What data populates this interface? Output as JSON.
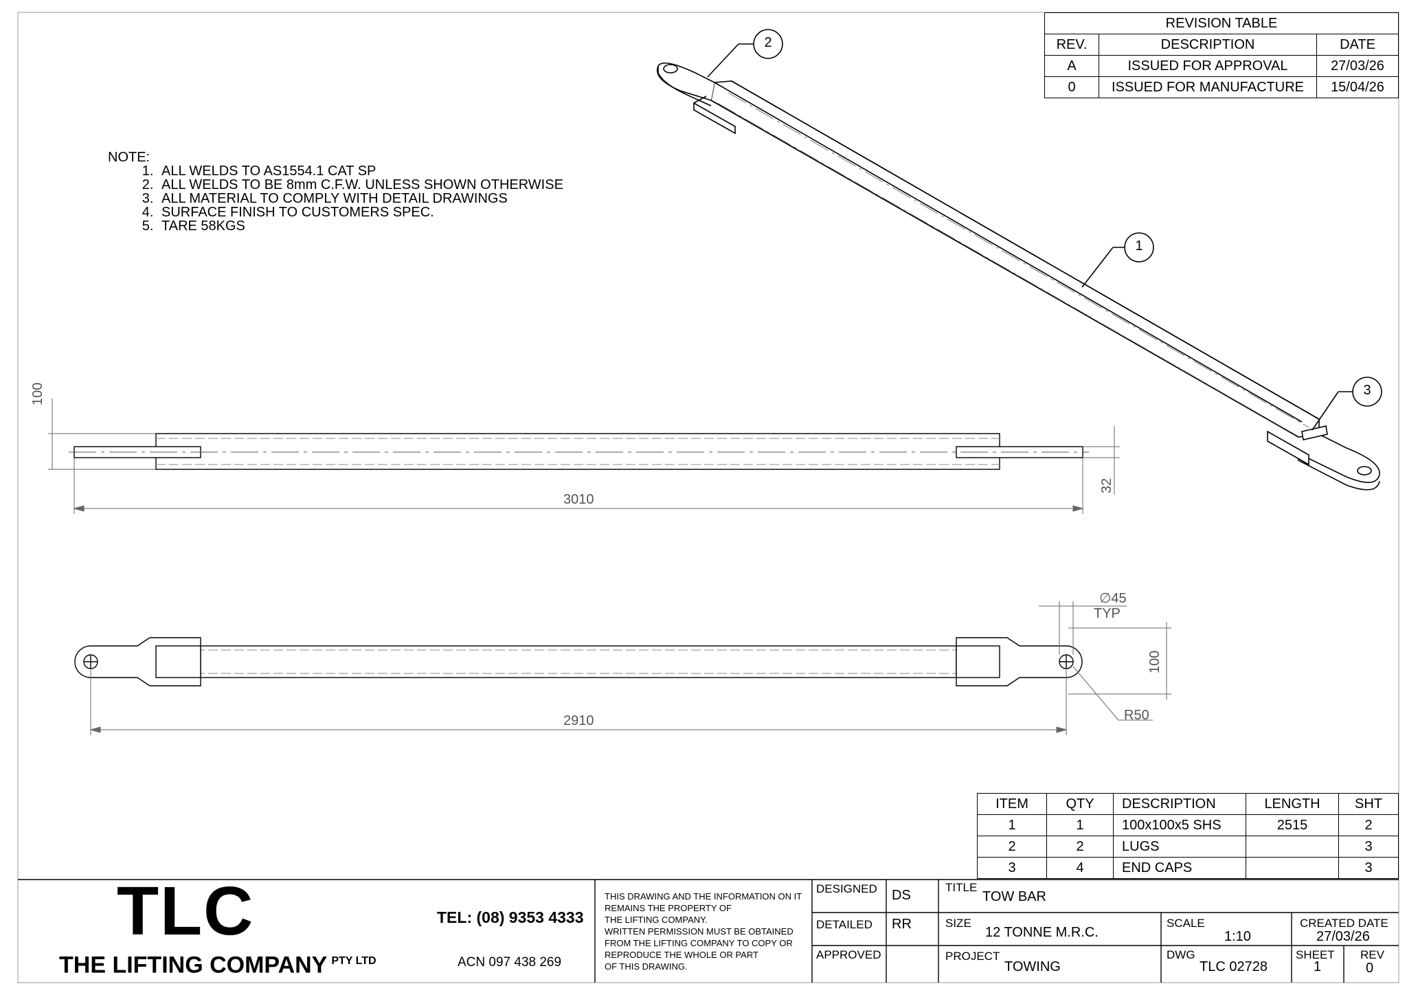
{
  "revision_table": {
    "title": "REVISION TABLE",
    "headers": [
      "REV.",
      "DESCRIPTION",
      "DATE"
    ],
    "rows": [
      [
        "A",
        "ISSUED FOR APPROVAL",
        "27/03/26"
      ],
      [
        "0",
        "ISSUED FOR MANUFACTURE",
        "15/04/26"
      ]
    ]
  },
  "notes": {
    "heading": "NOTE:",
    "items": [
      "ALL WELDS TO AS1554.1 CAT SP",
      "ALL WELDS TO BE 8mm C.F.W. UNLESS SHOWN OTHERWISE",
      "ALL MATERIAL TO COMPLY WITH DETAIL DRAWINGS",
      "SURFACE FINISH TO CUSTOMERS SPEC.",
      "TARE 58KGS"
    ]
  },
  "balloons": {
    "item1": "1",
    "item2": "2",
    "item3": "3"
  },
  "dimensions": {
    "side_height": "100",
    "side_length": "3010",
    "lug_thickness": "32",
    "top_length": "2910",
    "top_height": "100",
    "hole_dia": "∅45",
    "hole_typ": "TYP",
    "radius": "R50"
  },
  "bom": {
    "headers": [
      "ITEM",
      "QTY",
      "DESCRIPTION",
      "LENGTH",
      "SHT"
    ],
    "rows": [
      [
        "1",
        "1",
        "100x100x5 SHS",
        "2515",
        "2"
      ],
      [
        "2",
        "2",
        "LUGS",
        "",
        "3"
      ],
      [
        "3",
        "4",
        "END CAPS",
        "",
        "3"
      ]
    ]
  },
  "title_block": {
    "logo": "TLC",
    "company": "THE LIFTING COMPANY",
    "company_suffix": "PTY LTD",
    "tel": "TEL: (08) 9353 4333",
    "acn": "ACN 097 438 269",
    "disclaimer": [
      "THIS DRAWING AND THE INFORMATION ON IT",
      "REMAINS THE PROPERTY OF",
      "THE LIFTING COMPANY.",
      "WRITTEN PERMISSION MUST BE OBTAINED",
      "FROM THE LIFTING COMPANY TO COPY OR",
      "REPRODUCE THE WHOLE OR PART",
      "OF THIS DRAWING."
    ],
    "designed_label": "DESIGNED",
    "designed_value": "DS",
    "detailed_label": "DETAILED",
    "detailed_value": "RR",
    "approved_label": "APPROVED",
    "approved_value": "",
    "title_label": "TITLE",
    "title_value": "TOW BAR",
    "size_label": "SIZE",
    "size_value": "12 TONNE M.R.C.",
    "scale_label": "SCALE",
    "scale_value": "1:10",
    "created_label": "CREATED DATE",
    "created_value": "27/03/26",
    "project_label": "PROJECT",
    "project_value": "TOWING",
    "dwg_label": "DWG",
    "dwg_value": "TLC 02728",
    "sheet_label": "SHEET",
    "sheet_value": "1",
    "rev_label": "REV",
    "rev_value": "0"
  }
}
